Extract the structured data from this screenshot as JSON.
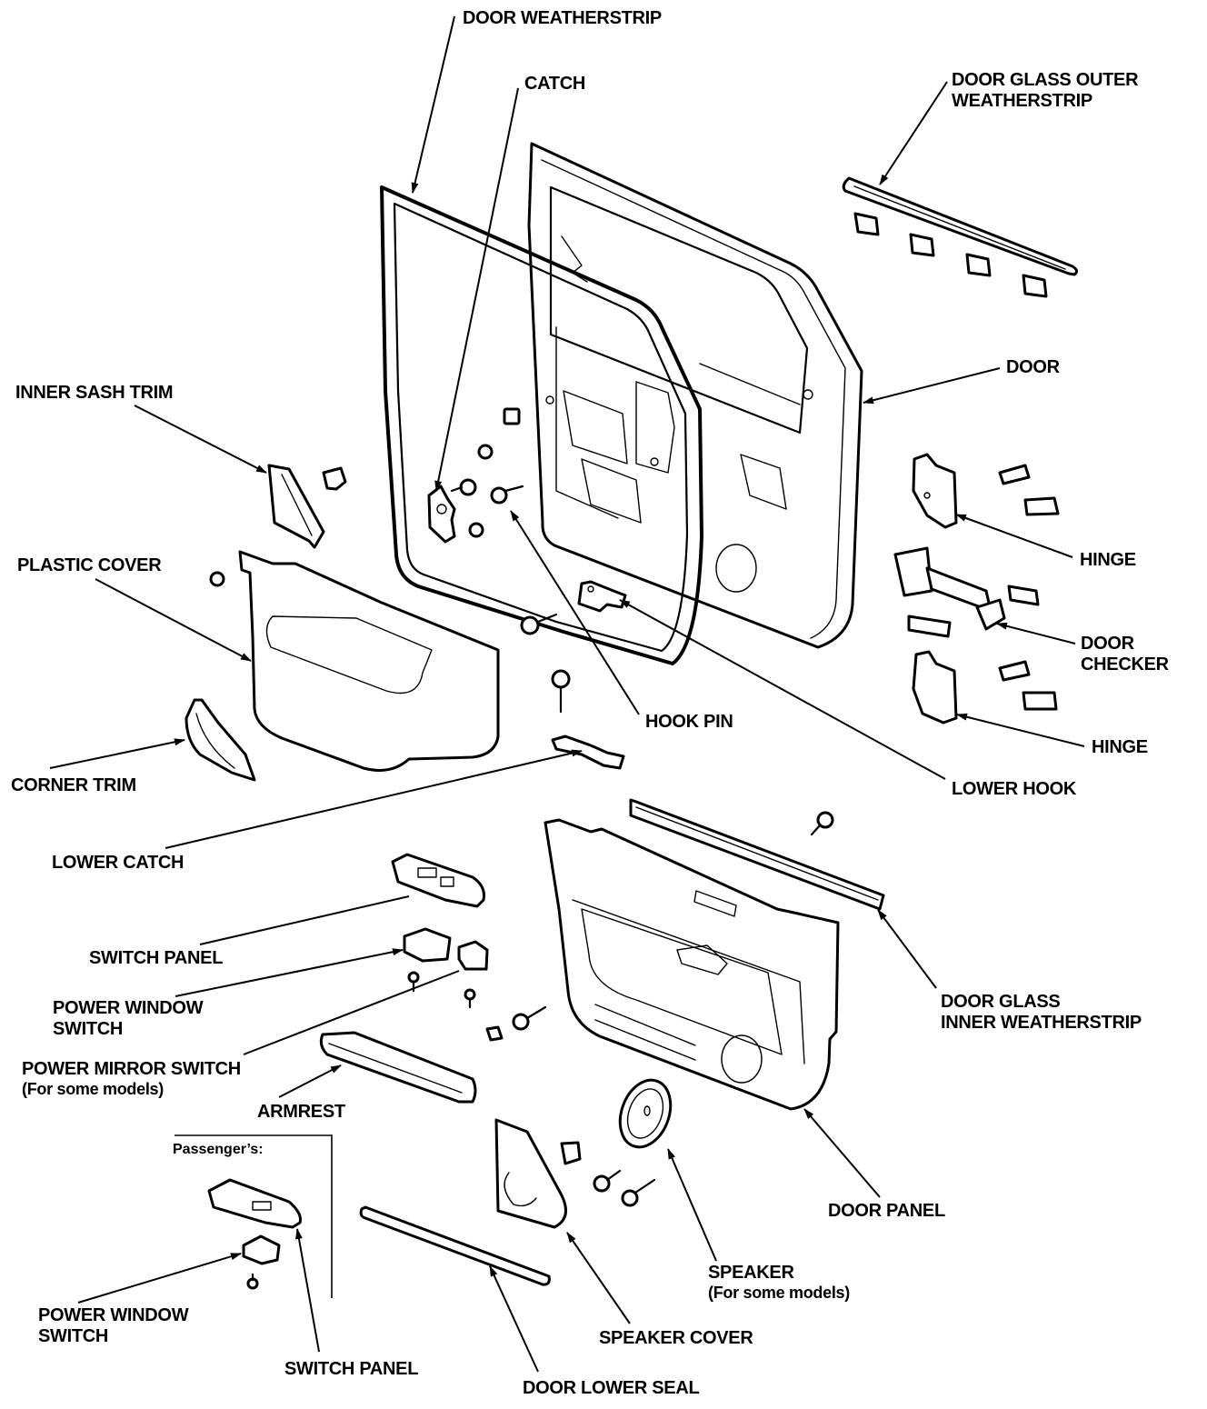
{
  "diagram": {
    "type": "exploded-parts-view",
    "subject": "Door panel assembly",
    "labels": {
      "door_weatherstrip": "DOOR WEATHERSTRIP",
      "catch": "CATCH",
      "door_glass_outer_weatherstrip": [
        "DOOR GLASS OUTER",
        "WEATHERSTRIP"
      ],
      "door": "DOOR",
      "inner_sash_trim": "INNER SASH TRIM",
      "plastic_cover": "PLASTIC COVER",
      "hinge_upper": "HINGE",
      "door_checker": [
        "DOOR",
        "CHECKER"
      ],
      "hinge_lower": "HINGE",
      "hook_pin": "HOOK PIN",
      "corner_trim": "CORNER TRIM",
      "lower_hook": "LOWER HOOK",
      "lower_catch": "LOWER CATCH",
      "switch_panel": "SWITCH PANEL",
      "power_window_switch": [
        "POWER WINDOW",
        "SWITCH"
      ],
      "door_glass_inner_weatherstrip": [
        "DOOR GLASS",
        "INNER WEATHERSTRIP"
      ],
      "power_mirror_switch": "POWER MIRROR SWITCH",
      "power_mirror_switch_note": "(For some models)",
      "armrest": "ARMREST",
      "passengers_heading": "Passenger’s:",
      "door_panel": "DOOR PANEL",
      "passenger_power_window_switch": [
        "POWER WINDOW",
        "SWITCH"
      ],
      "speaker": "SPEAKER",
      "speaker_note": "(For some models)",
      "speaker_cover": "SPEAKER COVER",
      "passenger_switch_panel": "SWITCH PANEL",
      "door_lower_seal": "DOOR LOWER SEAL"
    }
  }
}
